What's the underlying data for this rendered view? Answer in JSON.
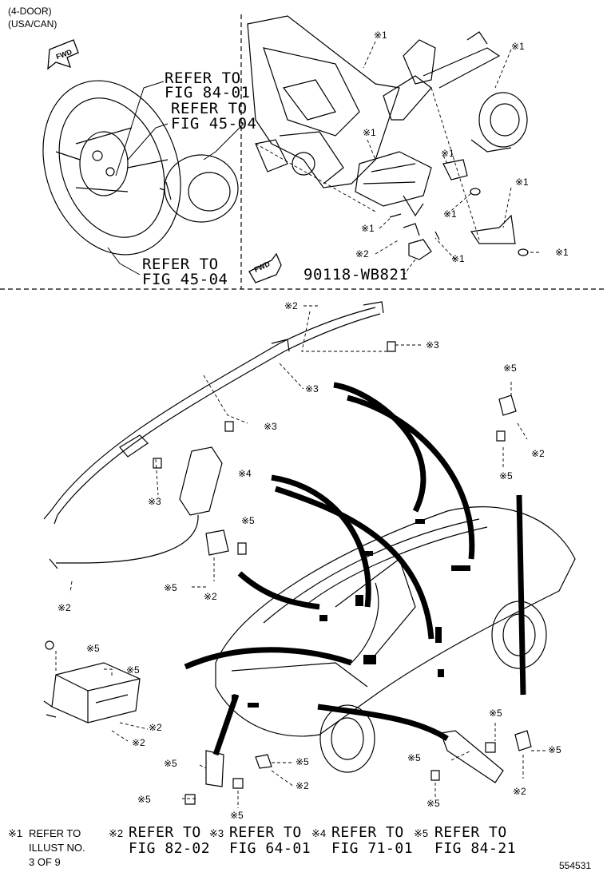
{
  "header": {
    "line1": "(4-DOOR)",
    "line2": "(USA/CAN)"
  },
  "fwd_label": "FWD",
  "callouts": {
    "refer_84_01_a": "REFER TO",
    "refer_84_01_b": "FIG 84-01",
    "refer_45_04_a": "REFER TO",
    "refer_45_04_b": "FIG 45-04",
    "refer_45_04c_a": "REFER TO",
    "refer_45_04c_b": "FIG 45-04",
    "part_no": "90118-WB821"
  },
  "refs": {
    "r1": "※1",
    "r2": "※2",
    "r3": "※3",
    "r4": "※4",
    "r5": "※5"
  },
  "legend": {
    "k1_mark": "※1",
    "k1_line1": "REFER TO",
    "k1_line2": "ILLUST NO.",
    "k1_line3": "3 OF 9",
    "k2_mark": "※2",
    "k2_line1": "REFER TO",
    "k2_line2": "FIG 82-02",
    "k3_mark": "※3",
    "k3_line1": "REFER TO",
    "k3_line2": "FIG 64-01",
    "k4_mark": "※4",
    "k4_line1": "REFER TO",
    "k4_line2": "FIG 71-01",
    "k5_mark": "※5",
    "k5_line1": "REFER TO",
    "k5_line2": "FIG 84-21"
  },
  "illustration_number": "554531"
}
